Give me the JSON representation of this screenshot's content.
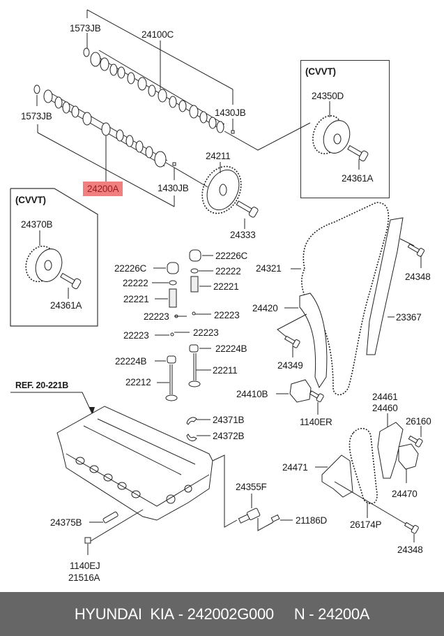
{
  "diagram": {
    "highlighted_part": "24200A",
    "groups": {
      "cvvt_exhaust": {
        "title": "(CVVT)",
        "parts": [
          "24350D",
          "24361A"
        ]
      },
      "cvvt_intake": {
        "title": "(CVVT)",
        "parts": [
          "24370B",
          "24361A"
        ]
      }
    },
    "reference": "REF. 20-221B",
    "labels": {
      "l1573jb_top": "1573JB",
      "l24100c": "24100C",
      "l1573jb_mid": "1573JB",
      "l1430jb_top": "1430JB",
      "l24200a": "24200A",
      "l1430jb_low": "1430JB",
      "l24211": "24211",
      "l24333": "24333",
      "cvvt_r_title": "(CVVT)",
      "l24350d": "24350D",
      "l24361a_r": "24361A",
      "cvvt_l_title": "(CVVT)",
      "l24370b": "24370B",
      "l24361a_l": "24361A",
      "l22226c_r": "22226C",
      "l22226c_l": "22226C",
      "l22222_r": "22222",
      "l22222_l": "22222",
      "l22221_r": "22221",
      "l22221_l": "22221",
      "l22223_a": "22223",
      "l22223_b": "22223",
      "l22223_c": "22223",
      "l22223_d": "22223",
      "l22224b_r": "22224B",
      "l22224b_l": "22224B",
      "l22211": "22211",
      "l22212": "22212",
      "l24321": "24321",
      "l24348_top": "24348",
      "l24420": "24420",
      "l23367": "23367",
      "l24349": "24349",
      "l24410b": "24410B",
      "l1140er": "1140ER",
      "l24461": "24461",
      "l24460": "24460",
      "l26160": "26160",
      "l24471": "24471",
      "l24470": "24470",
      "l26174p": "26174P",
      "l24348_bot": "24348",
      "l24371b": "24371B",
      "l24372b": "24372B",
      "l24355f": "24355F",
      "l21186d": "21186D",
      "l24375b": "24375B",
      "l1140ej": "1140EJ",
      "l21516a": "21516A",
      "ref": "REF. 20-221B"
    }
  },
  "footer": {
    "brand": "HYUNDAI  KIA",
    "sep1": " - ",
    "part_number": "242002G000",
    "gap": "     ",
    "n_label": "N",
    "sep2": " - ",
    "ref_number": "24200A"
  }
}
